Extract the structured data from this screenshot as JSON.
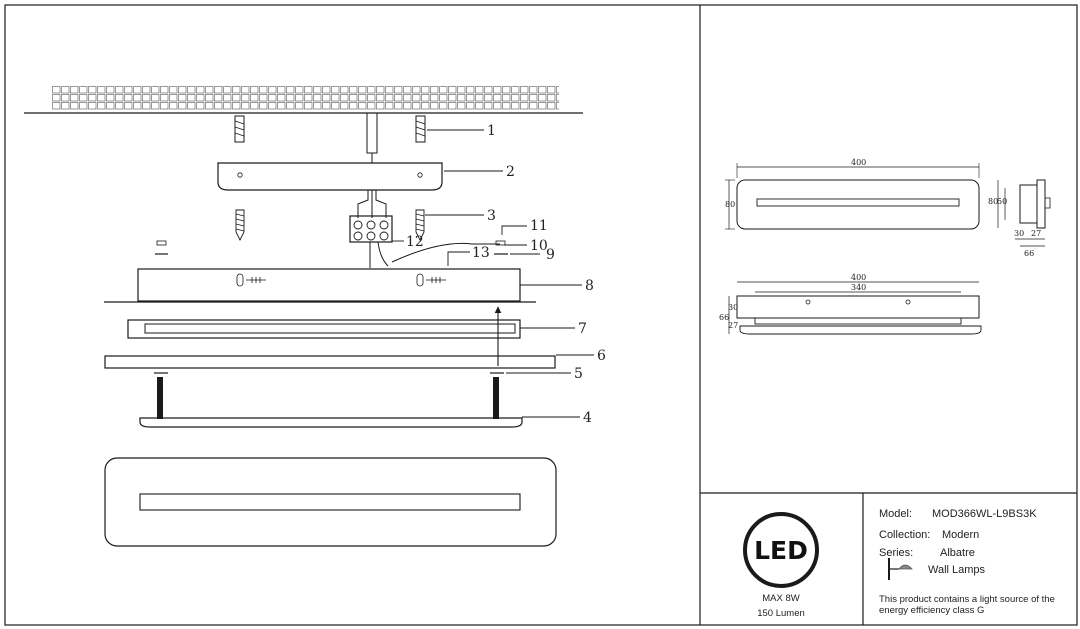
{
  "callouts": {
    "c1": "1",
    "c2": "2",
    "c3": "3",
    "c4": "4",
    "c5": "5",
    "c6": "6",
    "c7": "7",
    "c8": "8",
    "c9": "9",
    "c10": "10",
    "c11": "11",
    "c12": "12",
    "c13": "13"
  },
  "dimensions": {
    "front_width": "400",
    "front_height": "80",
    "side_height": "80",
    "side_inner": "50",
    "side_a": "30",
    "side_b": "27",
    "side_total": "66",
    "top_width": "400",
    "top_inner": "340",
    "top_a": "30",
    "top_b": "27",
    "top_total": "66"
  },
  "badge": {
    "logo": "LED",
    "power": "MAX 8W",
    "lumen": "150 Lumen"
  },
  "spec": {
    "model_label": "Model:",
    "model_value": "MOD366WL-L9BS3K",
    "collection_label": "Collection:",
    "collection_value": "Modern",
    "series_label": "Series:",
    "series_value": "Albatre",
    "type_value": "Wall Lamps",
    "note_line1": "This product contains a light source of the",
    "note_line2": "energy efficiency class G"
  },
  "colors": {
    "line": "#1a1a1a",
    "background": "#ffffff"
  }
}
